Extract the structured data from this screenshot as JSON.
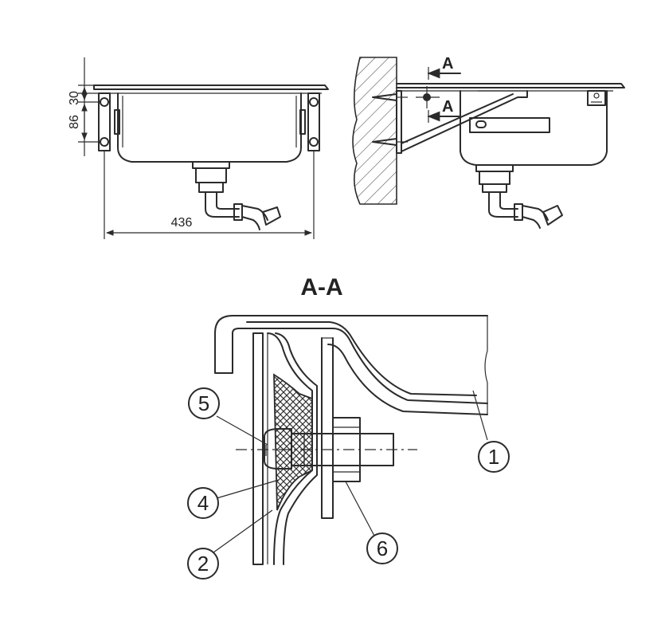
{
  "dimensions": {
    "top_rim": "30",
    "bracket_height": "86",
    "width": "436"
  },
  "section_marks": {
    "upper": "A",
    "lower": "A"
  },
  "section_title": "A-A",
  "callouts": [
    "1",
    "2",
    "4",
    "5",
    "6"
  ]
}
